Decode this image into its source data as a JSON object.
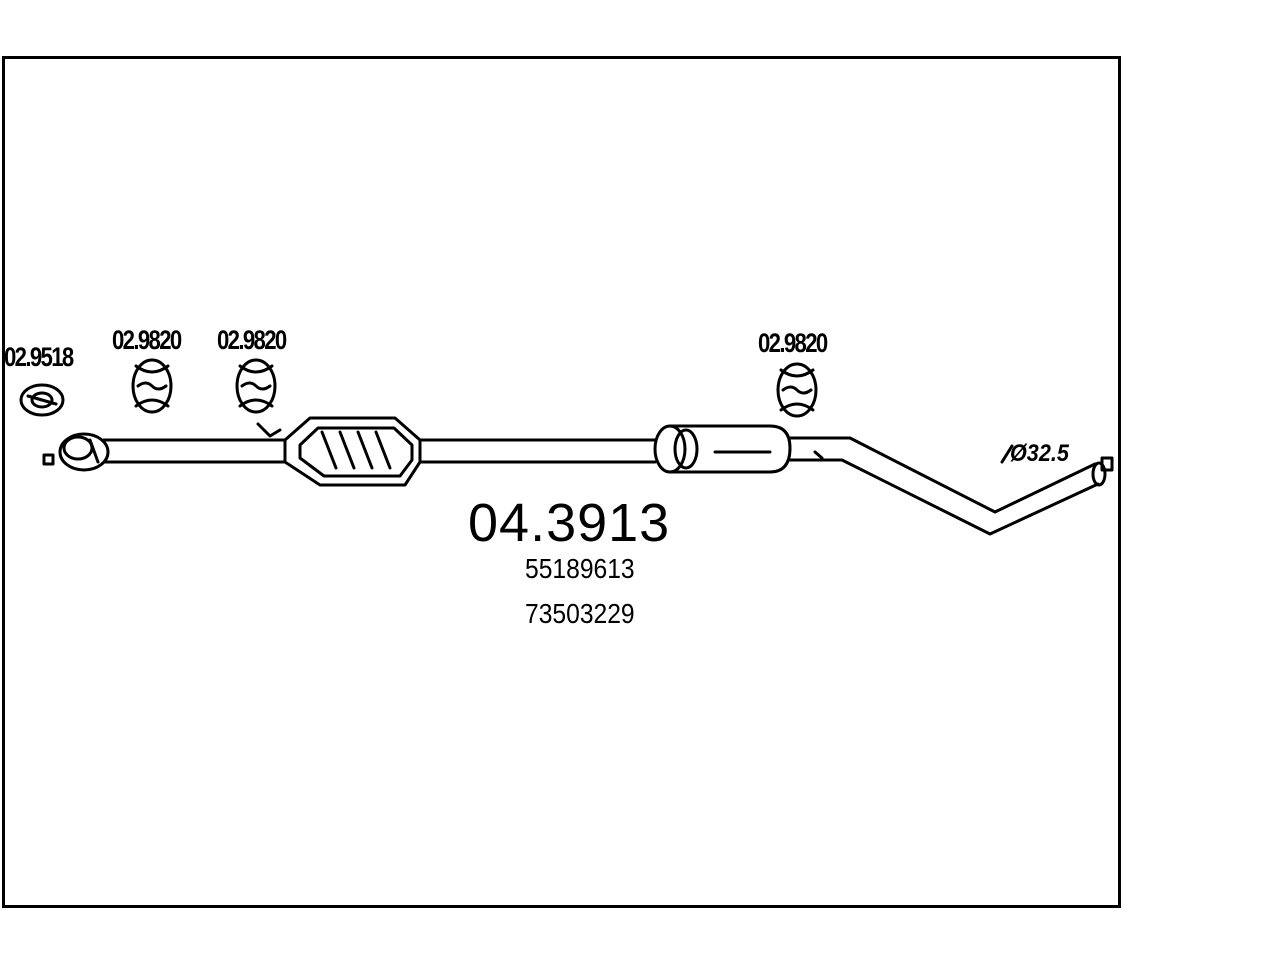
{
  "part_labels": {
    "gasket": "02.9518",
    "hanger_1": "02.9820",
    "hanger_2": "02.9820",
    "hanger_3": "02.9820"
  },
  "main_number": "04.3913",
  "reference_numbers": [
    "55189613",
    "73503229"
  ],
  "pipe_diameter": "Ø32.5",
  "colors": {
    "line": "#000000",
    "background": "#ffffff"
  }
}
